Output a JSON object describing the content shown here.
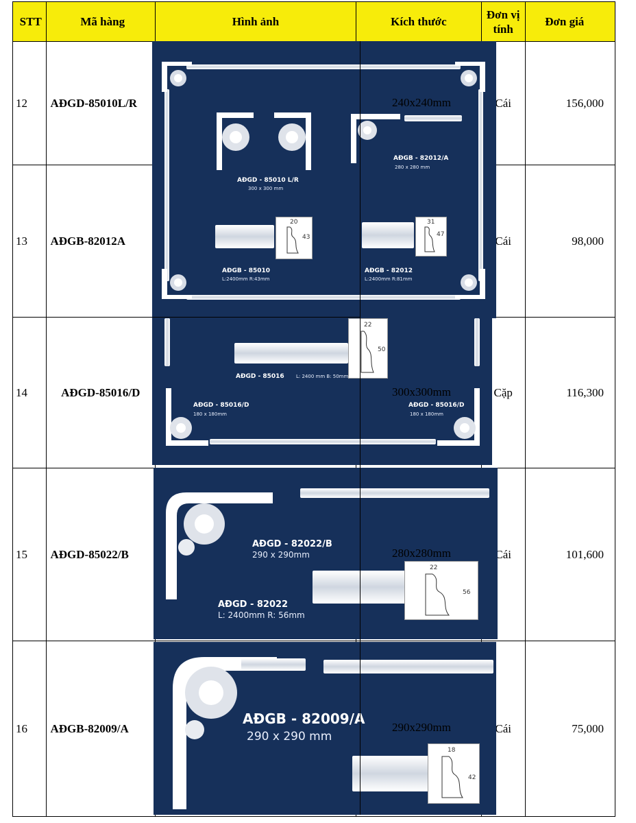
{
  "headers": {
    "stt": "STT",
    "code": "Mã hàng",
    "image": "Hình ảnh",
    "size": "Kích thước",
    "unit": "Đơn vị tính",
    "price": "Đơn giá"
  },
  "rows": [
    {
      "stt": "12",
      "code": "AĐGD-85010L/R",
      "size": "240x240mm",
      "unit": "Cái",
      "price": "156,000"
    },
    {
      "stt": "13",
      "code": "AĐGB-82012A",
      "size": "",
      "unit": "Cái",
      "price": "98,000"
    },
    {
      "stt": "14",
      "code": "AĐGD-85016/D",
      "size": "300x300mm",
      "unit": "Cặp",
      "price": "116,300"
    },
    {
      "stt": "15",
      "code": "AĐGD-85022/B",
      "size": "280x280mm",
      "unit": "Cái",
      "price": "101,600"
    },
    {
      "stt": "16",
      "code": "AĐGB-82009/A",
      "size": "290x290mm",
      "unit": "Cái",
      "price": "75,000"
    }
  ],
  "images": {
    "panel_a": {
      "l1": "AĐGD - 85010 L/R",
      "l1s": "300 x 300 mm",
      "l2": "AĐGB - 82012/A",
      "l2s": "280 x 280 mm",
      "l3": "AĐGB - 85010",
      "l3s": "L:2400mm    R:43mm",
      "l4": "AĐGB - 82012",
      "l4s": "L:2400mm    R:81mm",
      "d1": "20",
      "d2": "43",
      "d3": "31",
      "d4": "47"
    },
    "panel_b": {
      "l1": "AĐGD - 85016",
      "l1s": "L: 2400 mm   B: 50mm",
      "l2": "AĐGD - 85016/D",
      "l2s": "180 x 180mm",
      "l3": "AĐGD - 85016/D",
      "l3s": "180 x 180mm",
      "d1": "22",
      "d2": "50"
    },
    "panel_c": {
      "l1": "AĐGD - 82022/B",
      "l1s": "290 x 290mm",
      "l2": "AĐGD - 82022",
      "l2s": "L: 2400mm      R: 56mm",
      "d1": "22",
      "d2": "56"
    },
    "panel_d": {
      "l1": "AĐGB - 82009/A",
      "l1s": "290 x 290 mm",
      "d1": "18",
      "d2": "42"
    }
  }
}
